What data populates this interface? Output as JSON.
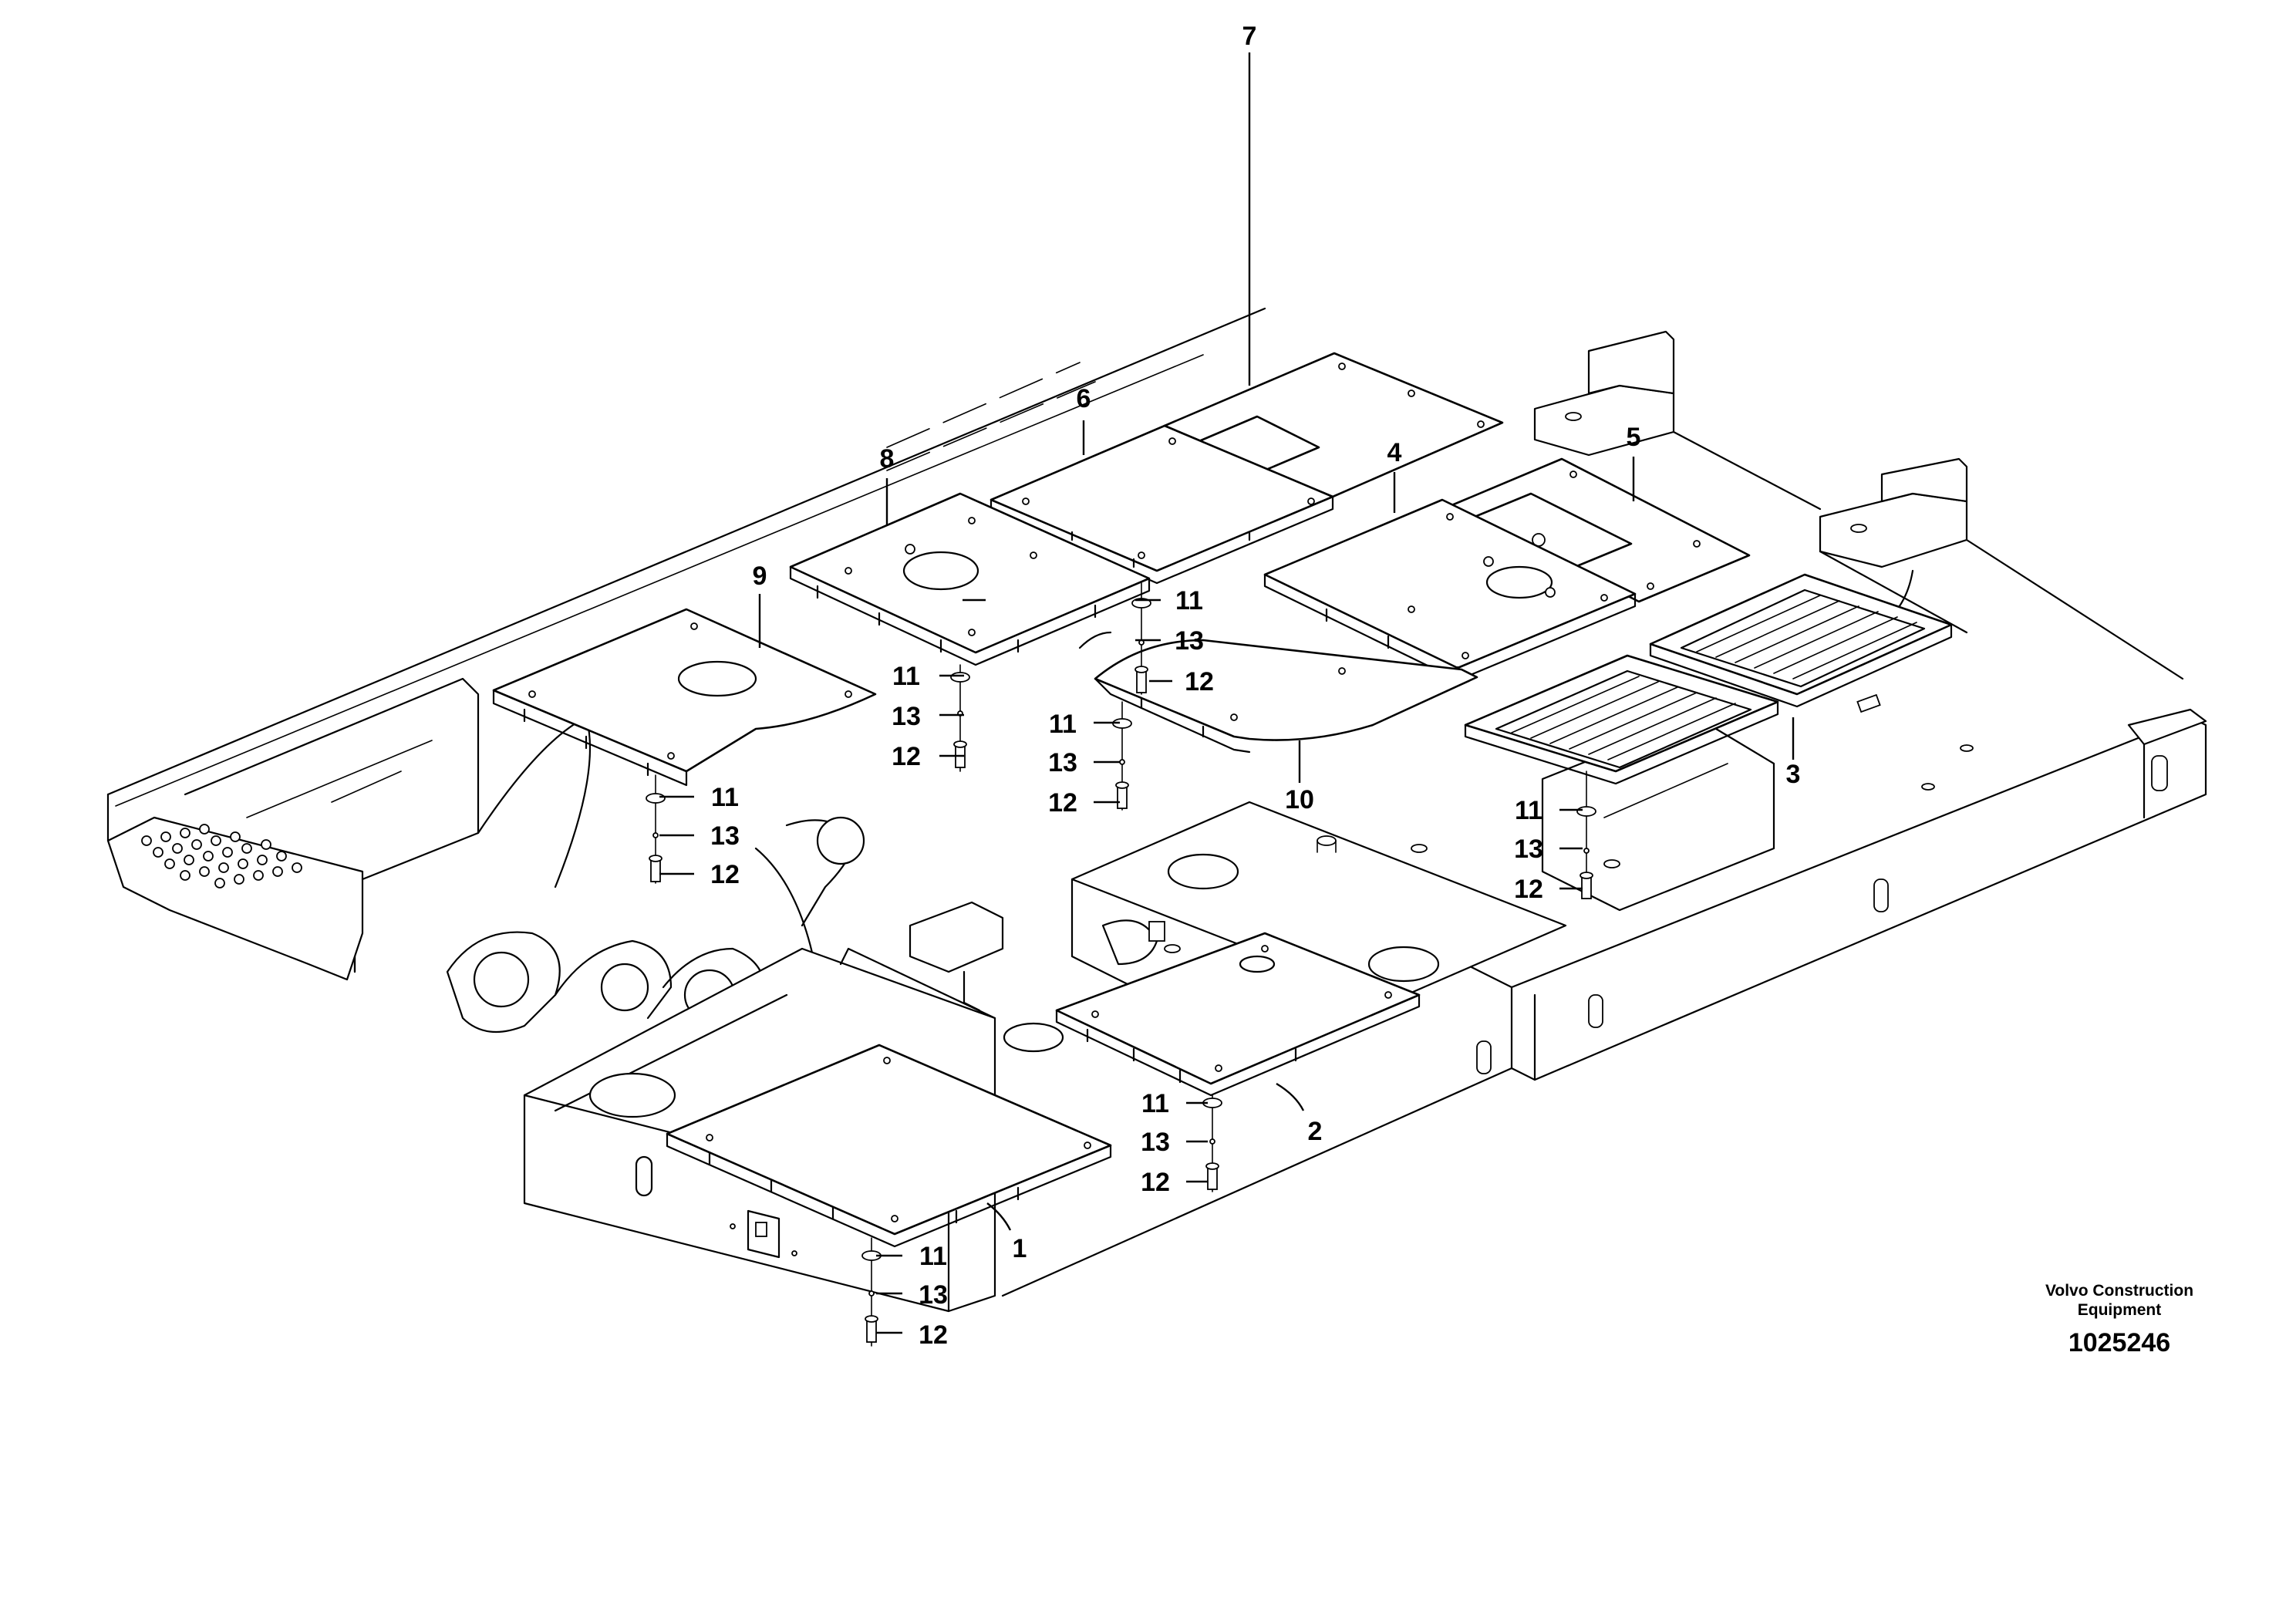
{
  "brand": {
    "line1": "Volvo Construction",
    "line2": "Equipment"
  },
  "drawing_number": "1025246",
  "callouts": {
    "c1": "1",
    "c2": "2",
    "c3": "3",
    "c4": "4",
    "c5": "5",
    "c6": "6",
    "c7": "7",
    "c8": "8",
    "c9": "9",
    "c10": "10",
    "washer": "11",
    "bolt": "12",
    "spring_washer": "13"
  }
}
